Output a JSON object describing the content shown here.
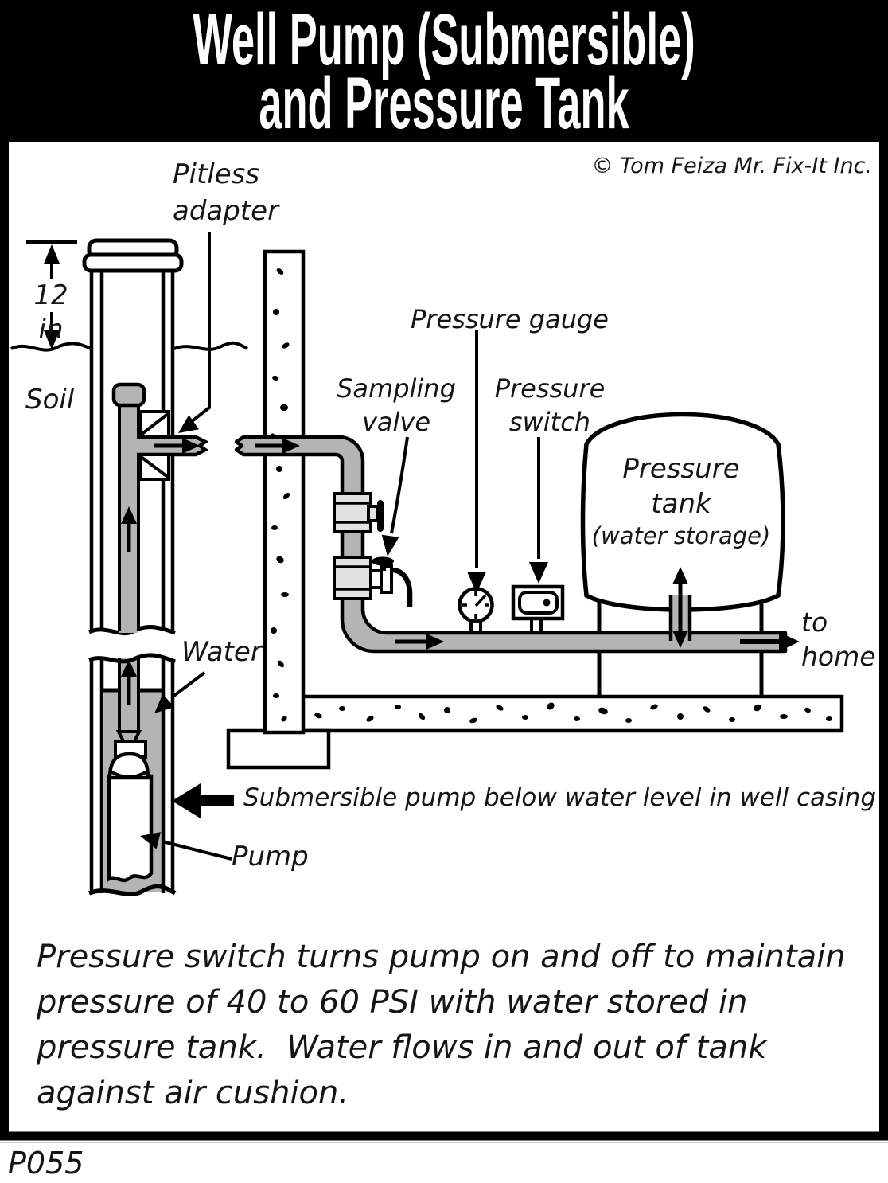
{
  "header": {
    "title_line1": "Well Pump (Submersible)",
    "title_line2": "and Pressure Tank"
  },
  "copyright": "© Tom Feiza Mr. Fix-It Inc.",
  "labels": {
    "pitless_adapter": "Pitless adapter",
    "dim_12in": "12 in",
    "soil": "Soil",
    "sampling_valve": "Sampling valve",
    "pressure_gauge": "Pressure gauge",
    "pressure_switch": "Pressure switch",
    "pressure_tank": "Pressure tank",
    "water_storage": "(water storage)",
    "to_home": "to home",
    "water": "Water",
    "pump": "Pump",
    "submersible_note": "Submersible pump below water level in well casing"
  },
  "caption": {
    "lines": [
      "Pressure switch turns pump on and off to maintain",
      "pressure of 40 to 60 PSI with water stored in",
      "pressure tank.  Water flows in and out of tank",
      "against air cushion."
    ]
  },
  "figure_id": "P055",
  "colors": {
    "pipe_gray": "#b4b4b4",
    "fitting_gray": "#e2e2e2",
    "ink": "#000000",
    "paper": "#ffffff"
  }
}
